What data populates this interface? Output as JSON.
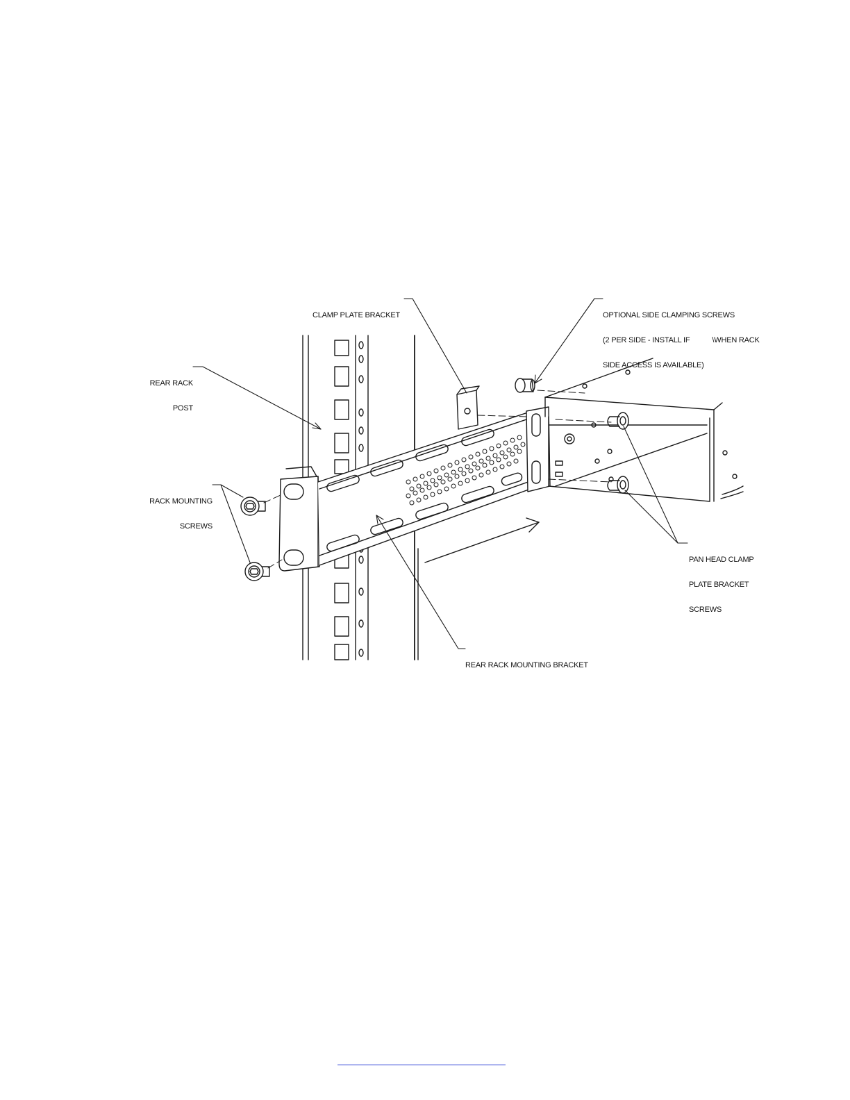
{
  "callouts": {
    "clamp_plate_bracket": "CLAMP PLATE BRACKET",
    "optional_side_clamping": {
      "line1": "OPTIONAL SIDE CLAMPING SCREWS",
      "line2": "(2 PER SIDE - INSTALL IF",
      "line2b": "\\WHEN RACK",
      "line3": "SIDE ACCESS IS AVAILABLE)"
    },
    "rear_rack_post": {
      "line1": "REAR RACK",
      "line2": "POST"
    },
    "rack_mounting_screws": {
      "line1": "RACK MOUNTING",
      "line2": "SCREWS"
    },
    "pan_head_clamp": {
      "line1": "PAN HEAD CLAMP",
      "line2": "PLATE BRACKET",
      "line3": "SCREWS"
    },
    "rear_rack_mounting_bracket": "REAR RACK MOUNTING BRACKET"
  },
  "footer": {
    "link_text": ""
  },
  "colors": {
    "line": "#1a1a1a",
    "link": "#2a3fd6"
  }
}
